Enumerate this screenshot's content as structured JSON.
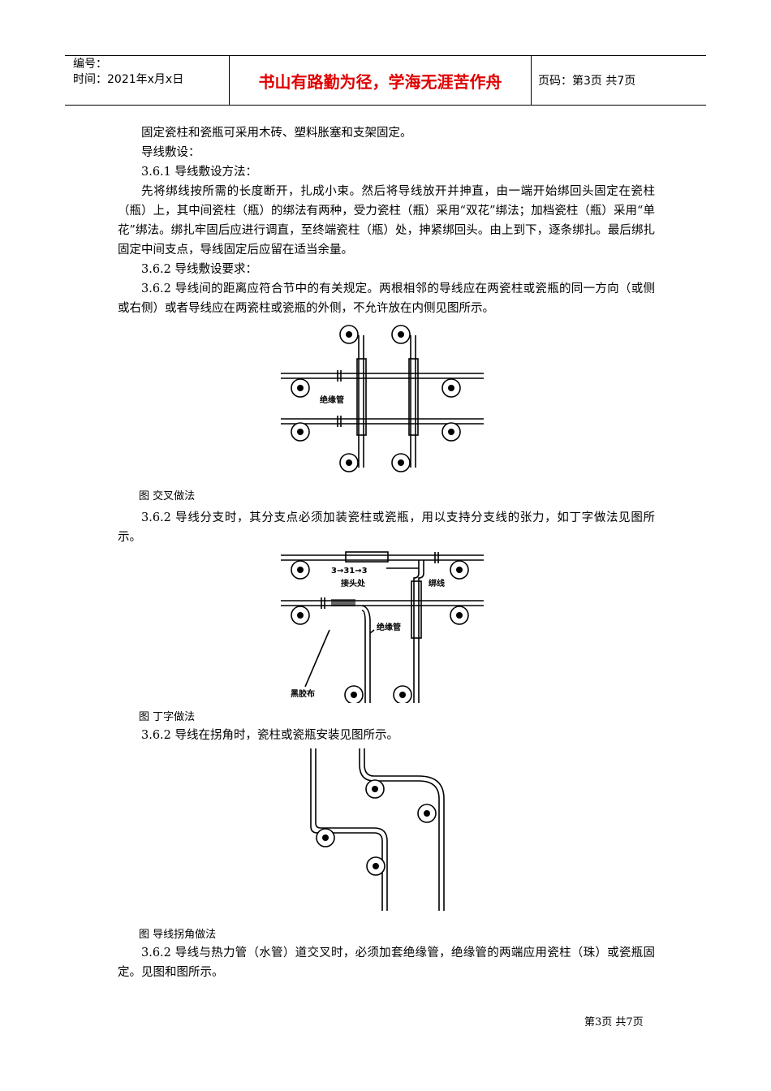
{
  "header": {
    "number_label": "编号：",
    "time_label": "时间：2021年x月x日",
    "motto": "书山有路勤为径，学海无涯苦作舟",
    "page_label": "页码：第3页 共7页"
  },
  "paragraphs": {
    "p1": "固定瓷柱和瓷瓶可采用木砖、塑料胀塞和支架固定。",
    "p2": "导线敷设：",
    "p3": "3.6.1  导线敷设方法：",
    "p4": "先将绑线按所需的长度断开，扎成小束。然后将导线放开并抻直，由一端开始绑回头固定在瓷柱（瓶）上，其中间瓷柱（瓶）的绑法有两种，受力瓷柱（瓶）采用“双花”绑法；加档瓷柱（瓶）采用“单花”绑法。绑扎牢固后应进行调直，至终端瓷柱（瓶）处，抻紧绑回头。由上到下，逐条绑扎。最后绑扎固定中间支点，导线固定后应留在适当余量。",
    "p5": "3.6.2  导线敷设要求：",
    "p6": "3.6.2  导线间的距离应符合节中的有关规定。两根相邻的导线应在两瓷柱或瓷瓶的同一方向（或侧或右侧）或者导线应在两瓷柱或瓷瓶的外侧，不允许放在内侧见图所示。",
    "p7": "3.6.2  导线分支时，其分支点必须加装瓷柱或瓷瓶，用以支持分支线的张力，如丁字做法见图所示。",
    "p8": "3.6.2  导线在拐角时，瓷柱或瓷瓶安装见图所示。",
    "p9": "3.6.2  导线与热力管（水管）道交叉时，必须加套绝缘管，绝缘管的两端应用瓷柱（珠）或瓷瓶固定。见图和图所示。"
  },
  "figures": {
    "fig1": {
      "caption": "图  交叉做法",
      "label_tube": "绝缘管"
    },
    "fig2": {
      "caption": "图  丁字做法",
      "label_joint": "接头处",
      "label_bind": "绑线",
      "label_tube": "绝缘管",
      "label_tape": "黑胶布",
      "dim_text": "3→31→3"
    },
    "fig3": {
      "caption": "图  导线拐角做法"
    }
  },
  "footer": {
    "page": "第3页 共7页"
  }
}
